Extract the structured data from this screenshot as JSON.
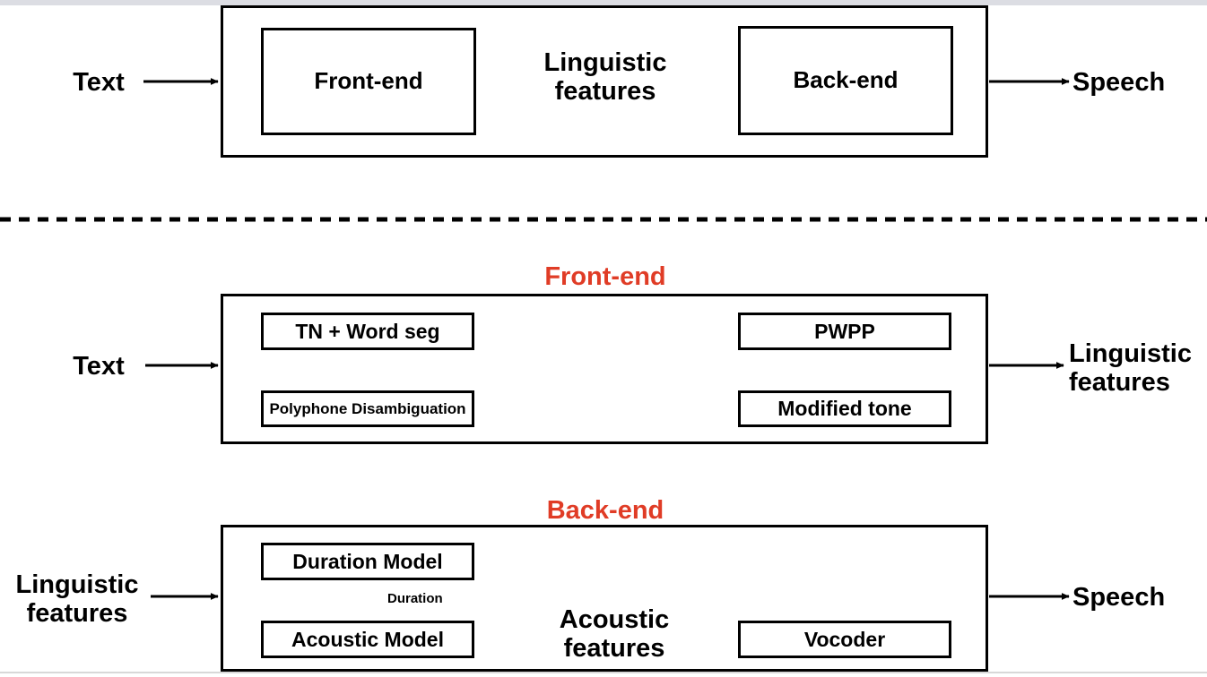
{
  "figure": {
    "title": "Text-to-Speech pipeline: overview and expanded front-end / back-end",
    "accent_red": "#E03C26",
    "line_color": "#000000",
    "background": "#FFFFFF",
    "page_edge_color": "#DCDDE3"
  },
  "overview": {
    "input_label": "Text",
    "output_label": "Speech",
    "blocks": [
      {
        "label": "Front-end"
      },
      {
        "label": "Back-end"
      }
    ],
    "edge_label": "Linguistic\nfeatures"
  },
  "frontend": {
    "section_title": "Front-end",
    "input_label": "Text",
    "output_label": "Linguistic\nfeatures",
    "blocks": [
      {
        "label": "TN + Word seg"
      },
      {
        "label": "Polyphone  Disambiguation"
      },
      {
        "label": "PWPP"
      },
      {
        "label": "Modified tone"
      }
    ]
  },
  "backend": {
    "section_title": "Back-end",
    "input_label": "Linguistic\nfeatures",
    "output_label": "Speech",
    "edge_label_duration": "Duration",
    "edge_label_acoustic": "Acoustic\nfeatures",
    "blocks": [
      {
        "label": "Duration Model"
      },
      {
        "label": "Acoustic Model"
      },
      {
        "label": "Vocoder"
      }
    ]
  },
  "divider": {
    "style": "dashed",
    "dash": "12 9"
  }
}
